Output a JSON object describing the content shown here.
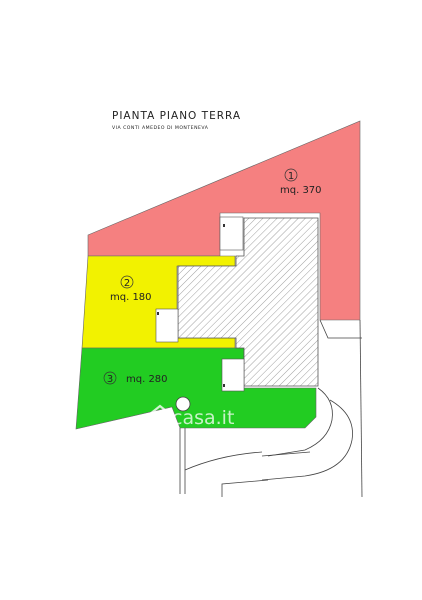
{
  "drawing": {
    "title": "PIANTA PIANO TERRA",
    "subtitle": "VIA CONTI AMEDEO DI MONTENEVA"
  },
  "areas": [
    {
      "number": "1",
      "label": "mq. 370",
      "color": "#f58080"
    },
    {
      "number": "2",
      "label": "mq. 180",
      "color": "#f2f200"
    },
    {
      "number": "3",
      "label": "mq. 280",
      "color": "#22cc22"
    }
  ],
  "watermark": {
    "text": "casa.it",
    "icon": "house-logo-icon"
  },
  "colors": {
    "building_hatch": "#9a9a9a",
    "line": "#444444"
  }
}
